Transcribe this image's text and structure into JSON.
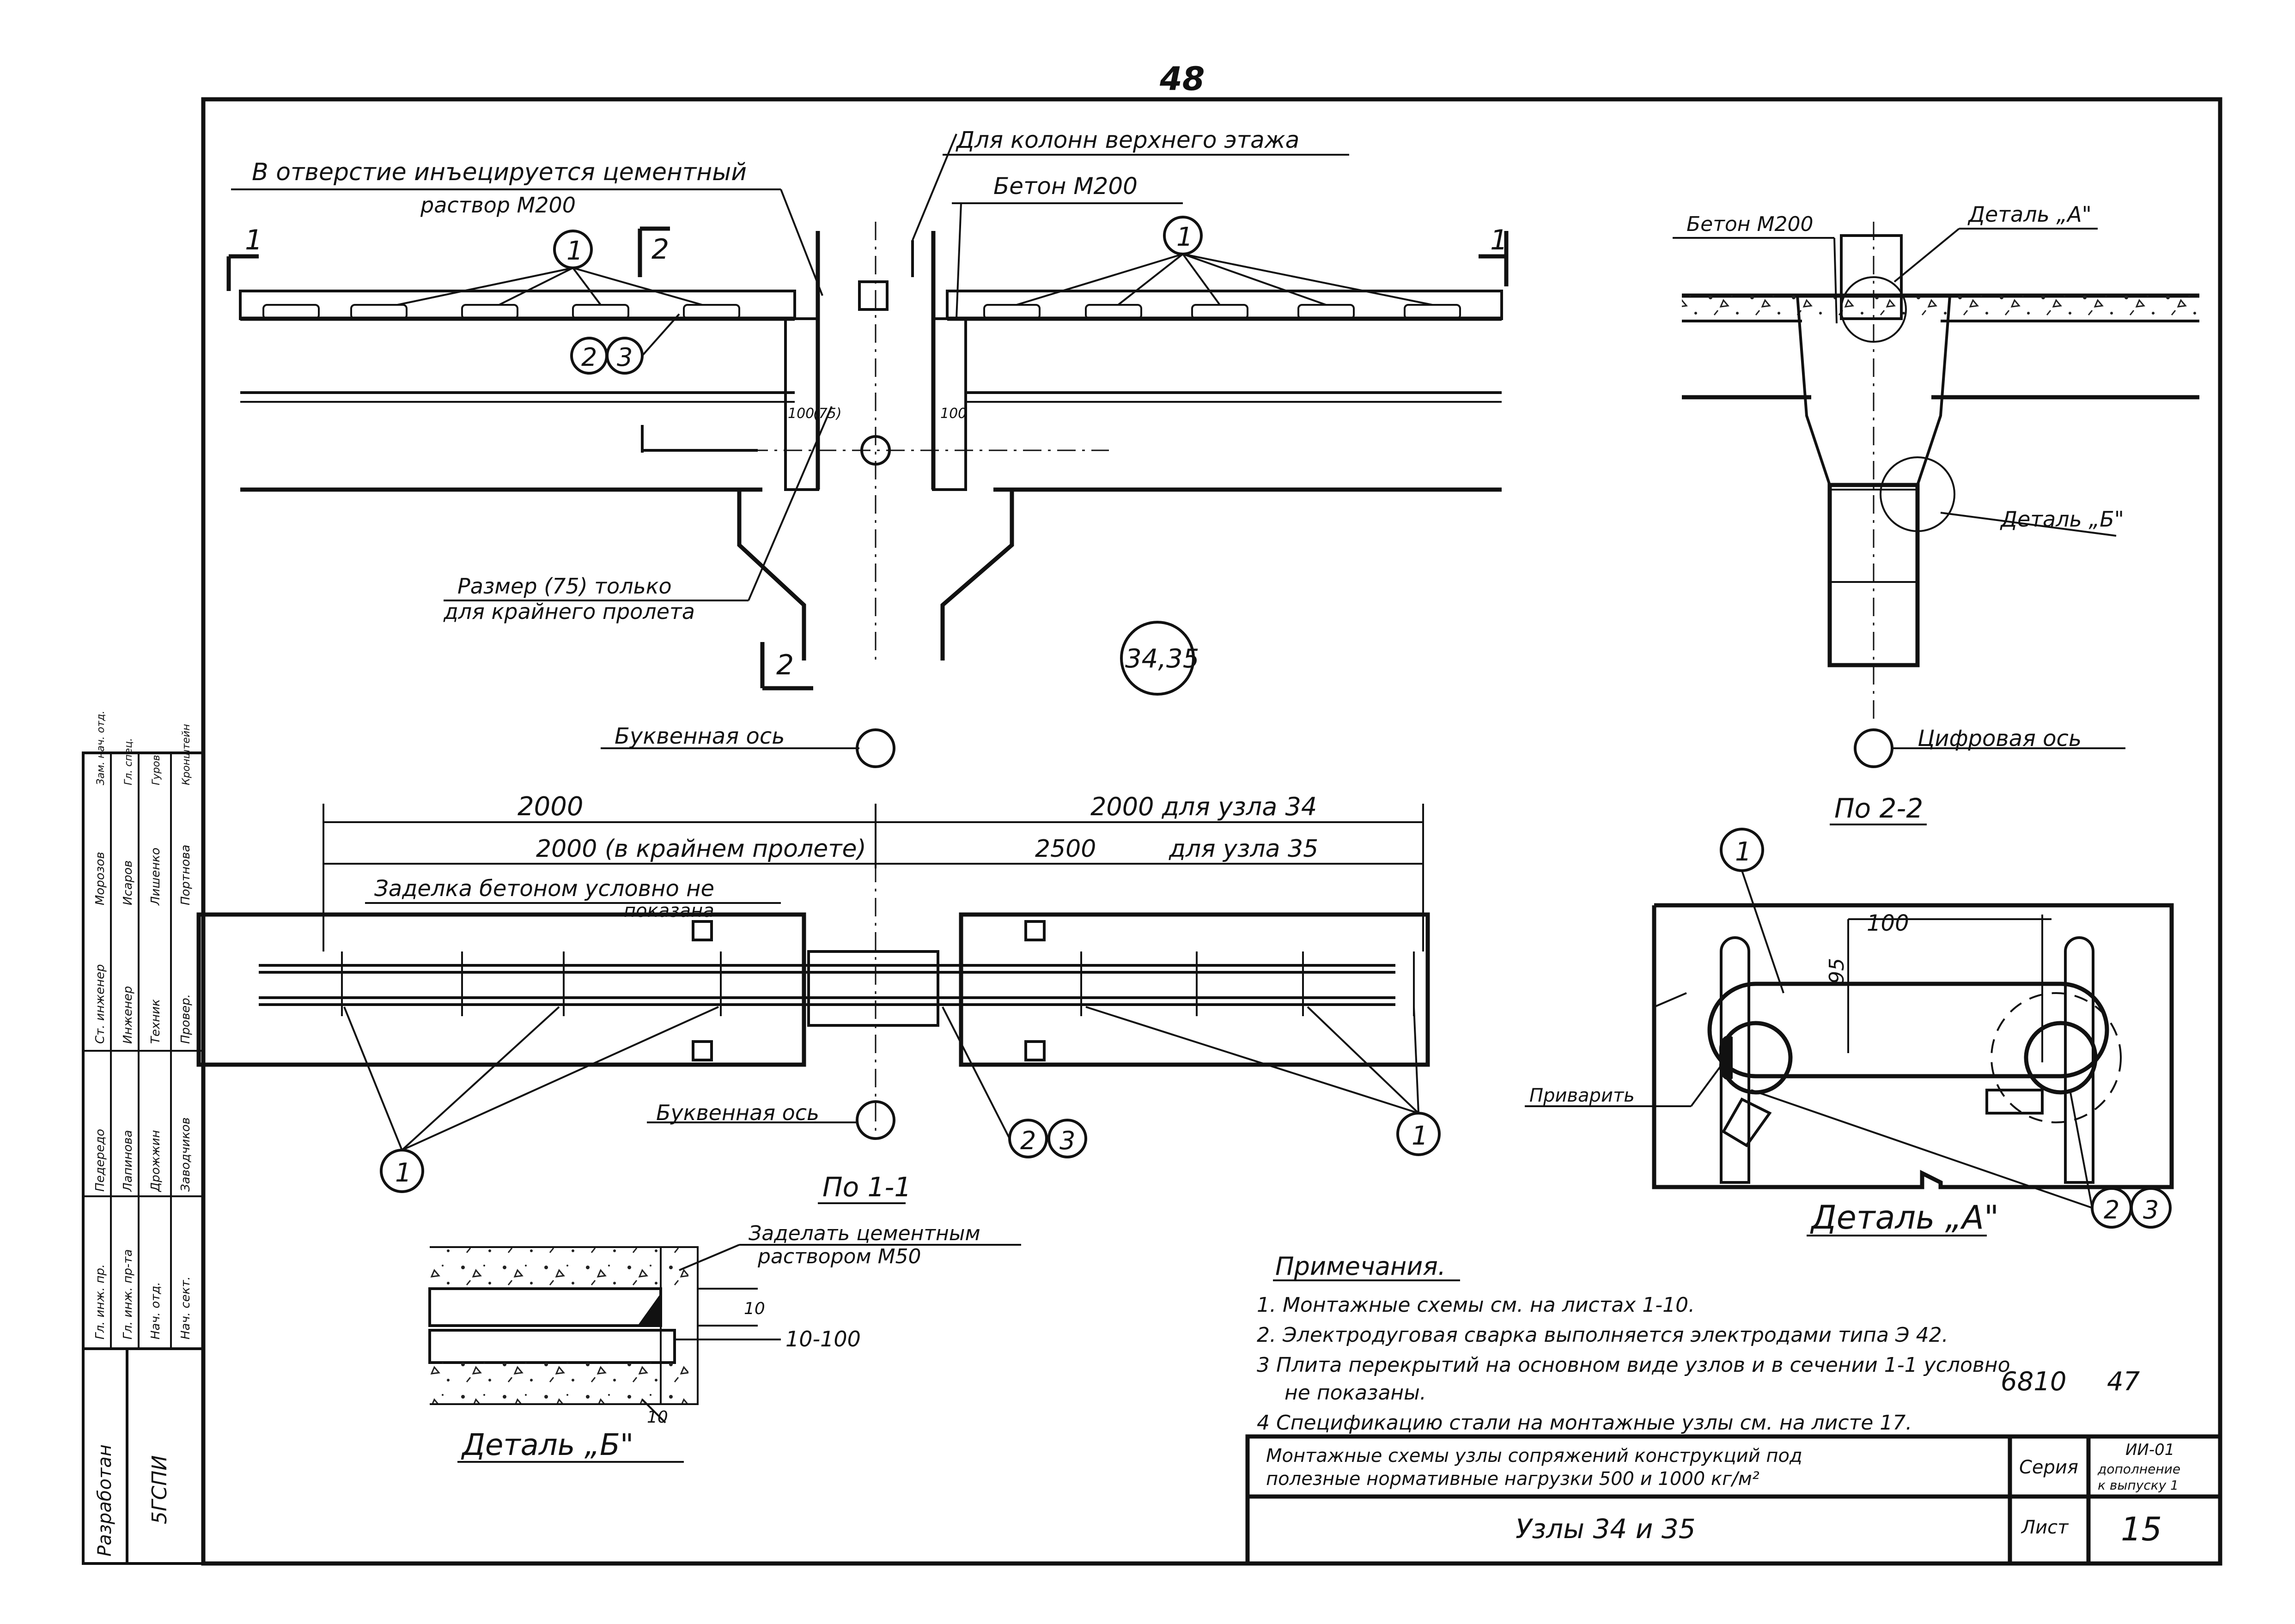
{
  "page_number": "48",
  "colors": {
    "ink": "#111111",
    "paper": "#ffffff"
  },
  "elevation": {
    "injection_note_line1": "В отверстие инъецируется цементный",
    "injection_note_line2": "раствор М200",
    "column_note": "Для колонн верхнего этажа",
    "concrete_left": "Бетон М200",
    "size_note_line1": "Размер (75) только",
    "size_note_line2": "для крайнего пролета",
    "dim_100": "100",
    "dim_75": "(75)",
    "dim_100b": "100",
    "section_marks": [
      "1",
      "2",
      "2",
      "1"
    ],
    "node_symbol": "34,35",
    "letter_axis": "Буквенная ось",
    "callout_1": "1",
    "callout_2": "2",
    "callout_3": "3"
  },
  "section_2_2": {
    "concrete": "Бетон М200",
    "detail_a": "Деталь „А\"",
    "detail_b": "Деталь „Б\"",
    "digit_axis": "Цифровая ось",
    "caption": "По 2-2"
  },
  "plan_1_1": {
    "dim_top_left": "2000",
    "dim_top_right": "2000 для узла 34",
    "dim_bottom_left": "2000 (в крайнем пролете)",
    "dim_bottom_mid": "2500",
    "dim_bottom_right": "для узла 35",
    "grout_note_line1": "Заделка бетоном условно не",
    "grout_note_line2": "показана",
    "letter_axis": "Буквенная ось",
    "caption": "По 1-1"
  },
  "detail_a": {
    "dim_100": "100",
    "dim_95": "95",
    "weld_label": "Приварить",
    "caption": "Деталь „А\""
  },
  "detail_b": {
    "grout_line1": "Заделать цементным",
    "grout_line2": "раствором М50",
    "dim_10": "10",
    "dim_10_100": "10-100",
    "dim_10b": "10",
    "caption": "Деталь „Б\""
  },
  "notes": {
    "title": "Примечания.",
    "items": [
      "1. Монтажные схемы см. на листах 1-10.",
      "2. Электродуговая сварка выполняется электродами типа Э 42.",
      "3 Плита перекрытий на основном виде узлов и в сечении 1-1 условно",
      "не показаны.",
      "4 Спецификацию стали на монтажные узлы см. на листе 17."
    ],
    "ref_number": "6810",
    "ref_sheet": "47"
  },
  "title_block": {
    "description_line1": "Монтажные схемы узлы сопряжений конструкций под",
    "description_line2": "полезные нормативные нагрузки 500 и 1000 кг/м²",
    "nodes": "Узлы 34 и 35",
    "series_label": "Серия",
    "series_value_line1": "ИИ-01",
    "series_value_line2": "дополнение",
    "series_value_line3": "к выпуску 1",
    "sheet_label": "Лист",
    "sheet_value": "15"
  },
  "side_stamp": {
    "developed_by": "Разработан",
    "org": "5ГСПИ",
    "roles": [
      "Гл. инж. пр.",
      "Гл. инж. пр-та",
      "Нач. отд.",
      "Нач. сект.",
      "Зам. нач. отд.",
      "Гл. спец.",
      "Ст. инженер",
      "Инженер",
      "Техник",
      "Провер."
    ],
    "names": [
      "Педередо",
      "Лапинова",
      "Дрожжин",
      "Заводчиков",
      "Гуров",
      "Кронштейн",
      "Морозов",
      "Исаров",
      "Лишенко",
      "Портнова"
    ]
  }
}
